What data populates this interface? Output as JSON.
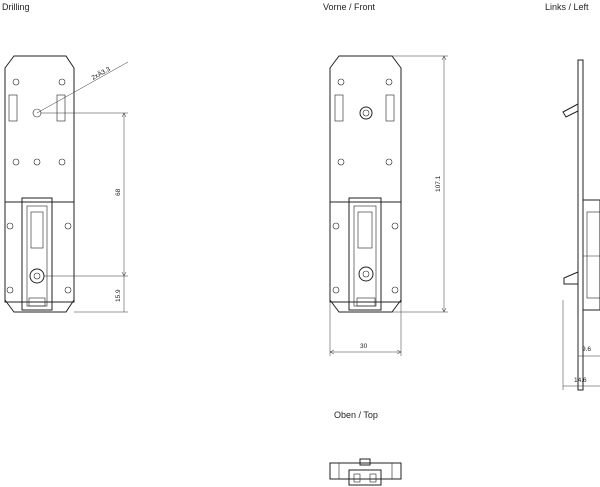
{
  "views": {
    "drilling": "Drilling",
    "front": "Vorne / Front",
    "left": "Links / Left",
    "top": "Oben / Top"
  },
  "dimensions": {
    "hole_callout": "2xÄ3.3",
    "drill_spacing": "68",
    "drill_bottom": "15.9",
    "height": "107.1",
    "width": "30",
    "depth_small": "9.6",
    "depth_total": "14.6"
  }
}
